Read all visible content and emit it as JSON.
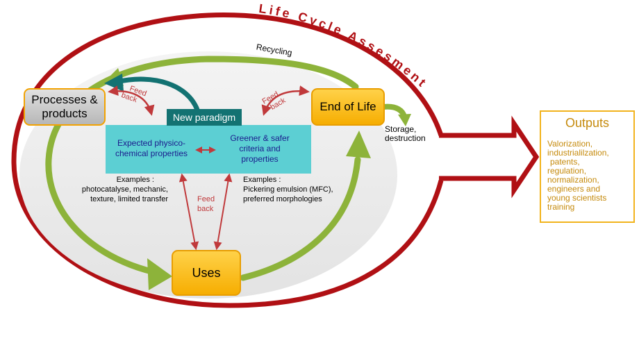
{
  "title": "Life Cycle Assesment",
  "nodes": {
    "processes": "Processes & products",
    "end_of_life": "End of Life",
    "uses": "Uses",
    "new_paradigm": "New paradigm",
    "expected": "Expected physico-chemical properties",
    "greener": "Greener &  safer criteria and properties"
  },
  "labels": {
    "recycling": "Recycling",
    "storage": "Storage, destruction",
    "feedback_left": "Feed back",
    "feedback_right": "Feed back",
    "feedback_center": "Feed back"
  },
  "examples_left": {
    "heading": "Examples :",
    "line1": "photocatalyse, mechanic,",
    "line2": "texture, limited transfer"
  },
  "examples_right": {
    "heading": "Examples :",
    "line1": "Pickering emulsion (MFC),",
    "line2": "preferred morphologies"
  },
  "outputs": {
    "title": "Outputs",
    "items": [
      "Valorization,",
      "industrialilzation,",
      "patents,",
      "regulation,",
      "normalization,",
      "engineers and",
      "young scientists",
      "training"
    ]
  },
  "colors": {
    "lca_red": "#b01014",
    "green_arrow": "#8db33a",
    "teal_arrow": "#137272",
    "orange_box": "#ffc000",
    "cyan_box": "#5ccfd3",
    "feedback_arrow": "#c0393b",
    "outputs_text": "#c58a0c"
  }
}
